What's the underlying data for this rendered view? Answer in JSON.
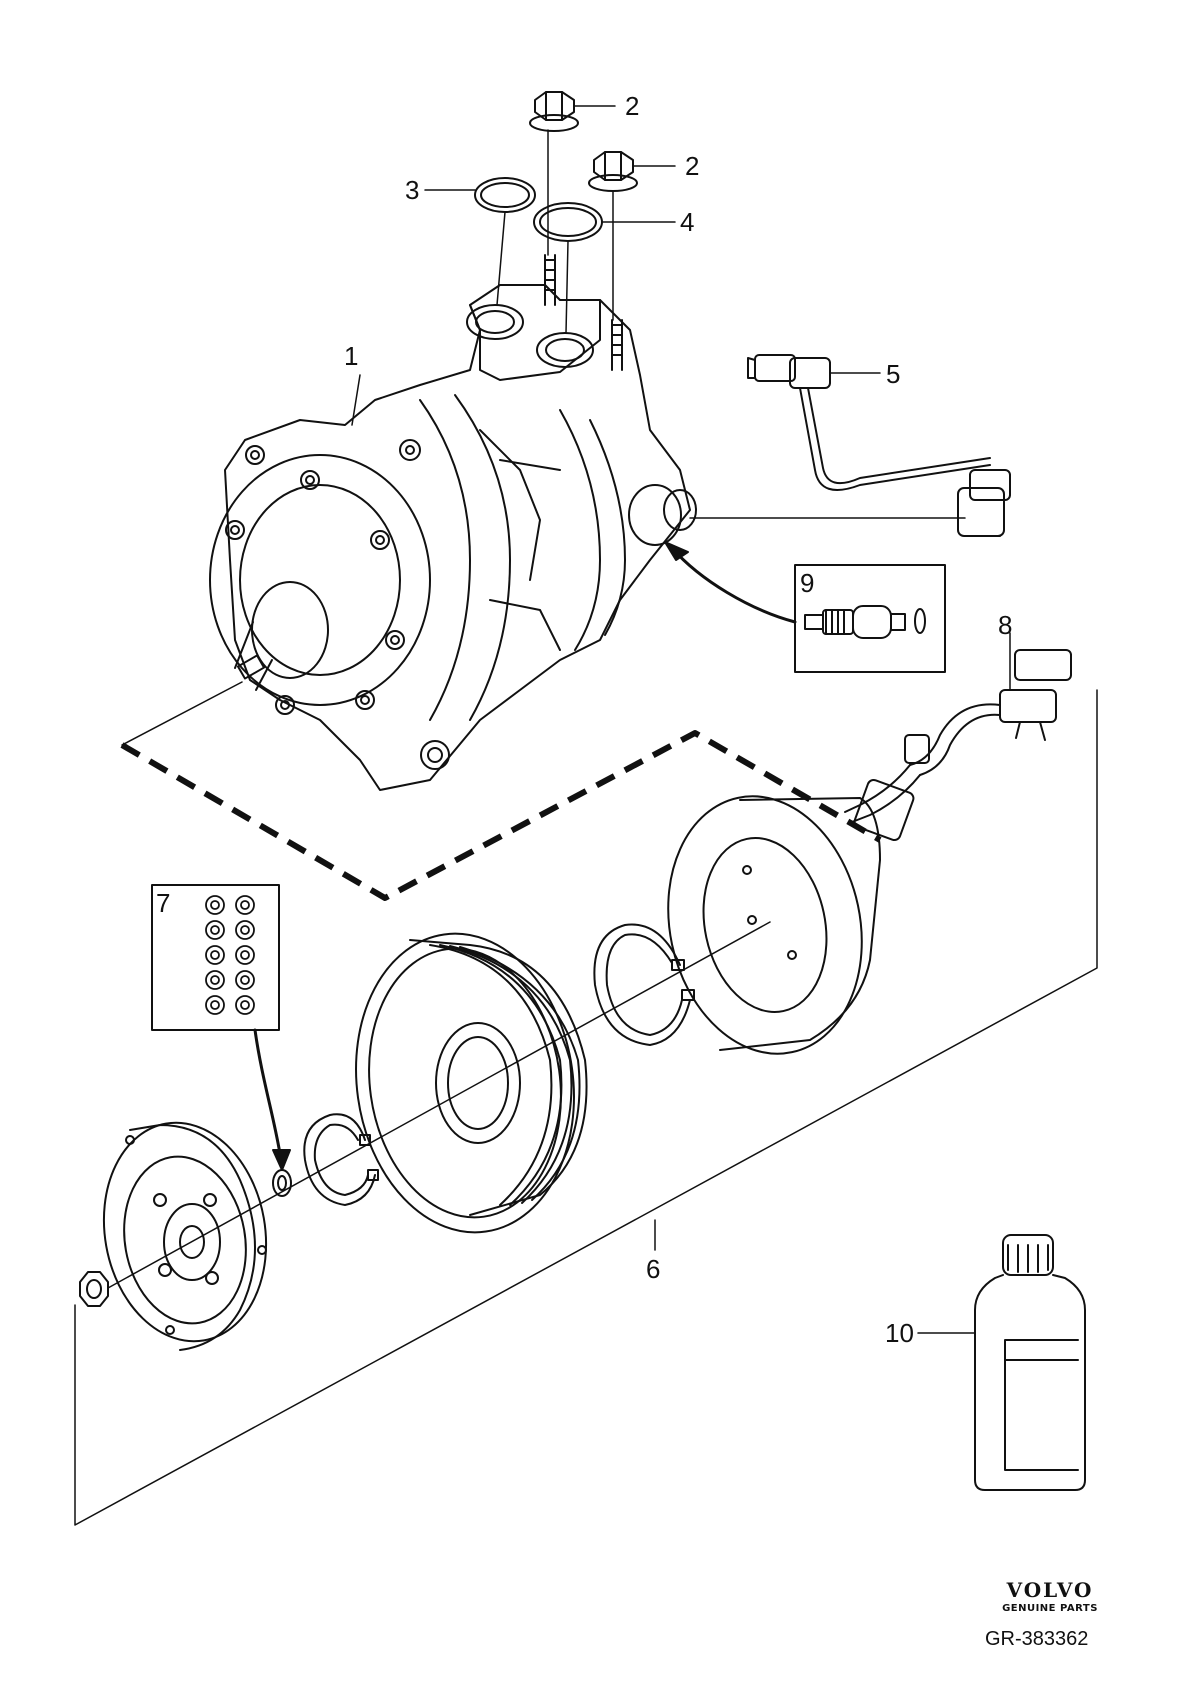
{
  "callouts": {
    "c1": "1",
    "c2a": "2",
    "c2b": "2",
    "c3": "3",
    "c4": "4",
    "c5": "5",
    "c6": "6",
    "c7": "7",
    "c8": "8",
    "c9": "9",
    "c10": "10"
  },
  "brand": {
    "name": "VOLVO",
    "tagline": "GENUINE PARTS"
  },
  "reference": "GR-383362",
  "parts": [
    {
      "label": "1",
      "icon": "compressor-icon"
    },
    {
      "label": "2",
      "icon": "flange-nut-icon"
    },
    {
      "label": "3",
      "icon": "o-ring-icon"
    },
    {
      "label": "4",
      "icon": "o-ring-icon"
    },
    {
      "label": "5",
      "icon": "wiring-harness-icon"
    },
    {
      "label": "6",
      "icon": "magnetic-clutch-icon"
    },
    {
      "label": "7",
      "icon": "shim-kit-icon"
    },
    {
      "label": "8",
      "icon": "connector-cable-icon"
    },
    {
      "label": "9",
      "icon": "control-valve-icon"
    },
    {
      "label": "10",
      "icon": "oil-bottle-icon"
    }
  ]
}
